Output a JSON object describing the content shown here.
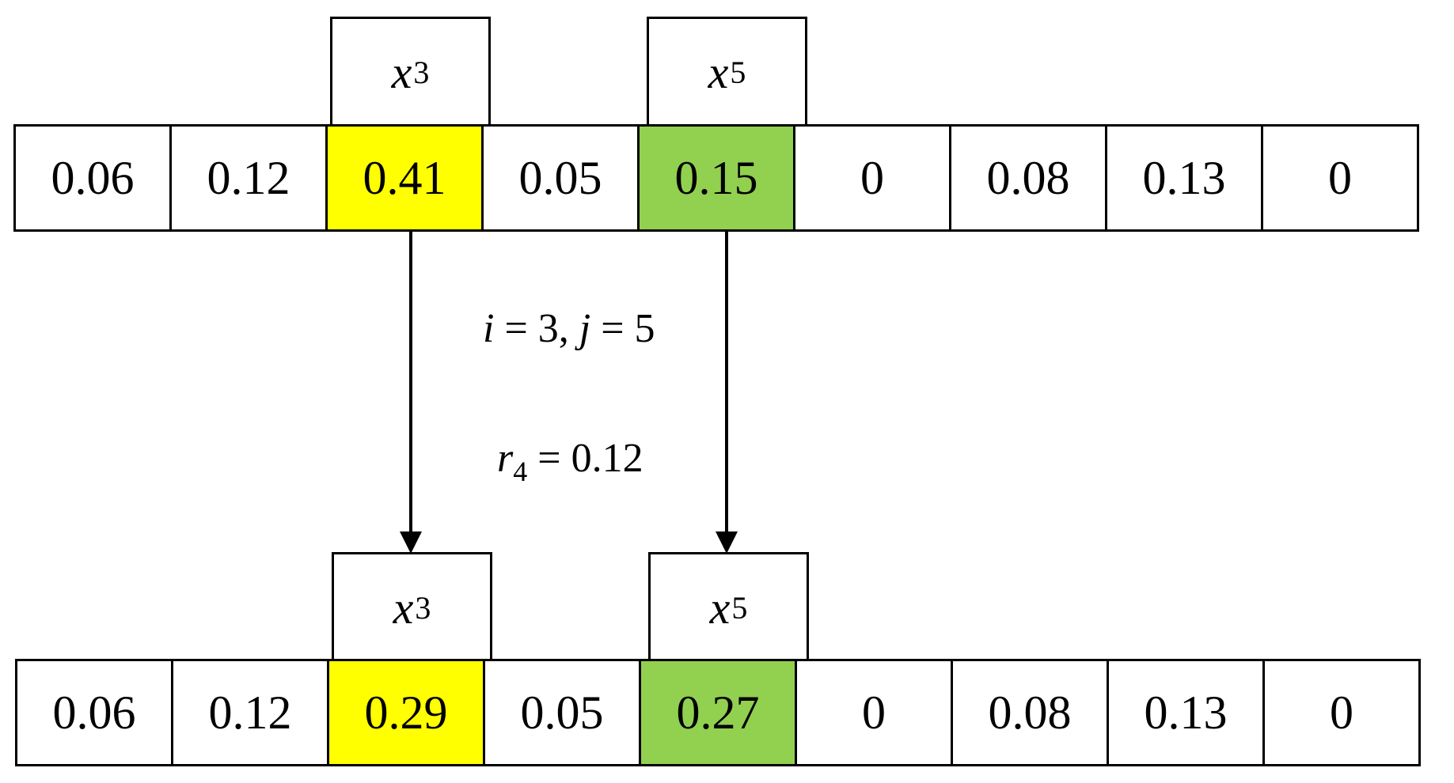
{
  "top_row": {
    "values": [
      "0.06",
      "0.12",
      "0.41",
      "0.05",
      "0.15",
      "0",
      "0.08",
      "0.13",
      "0"
    ],
    "fills": [
      "#ffffff",
      "#ffffff",
      "#ffff00",
      "#ffffff",
      "#92d050",
      "#ffffff",
      "#ffffff",
      "#ffffff",
      "#ffffff"
    ]
  },
  "bottom_row": {
    "values": [
      "0.06",
      "0.12",
      "0.29",
      "0.05",
      "0.27",
      "0",
      "0.08",
      "0.13",
      "0"
    ],
    "fills": [
      "#ffffff",
      "#ffffff",
      "#ffff00",
      "#ffffff",
      "#92d050",
      "#ffffff",
      "#ffffff",
      "#ffffff",
      "#ffffff"
    ]
  },
  "labels": {
    "top_left": {
      "var": "x",
      "sub": "3"
    },
    "top_right": {
      "var": "x",
      "sub": "5"
    },
    "bottom_left": {
      "var": "x",
      "sub": "3"
    },
    "bottom_right": {
      "var": "x",
      "sub": "5"
    }
  },
  "equations": {
    "line1": {
      "i_var": "i",
      "i_rest": " = 3, ",
      "j_var": "j",
      "j_rest": " = 5"
    },
    "line2": {
      "r_var": "r",
      "r_sub": "4",
      "r_rest": " = 0.12"
    }
  },
  "colors": {
    "highlight_yellow": "#ffff00",
    "highlight_green": "#92d050"
  }
}
